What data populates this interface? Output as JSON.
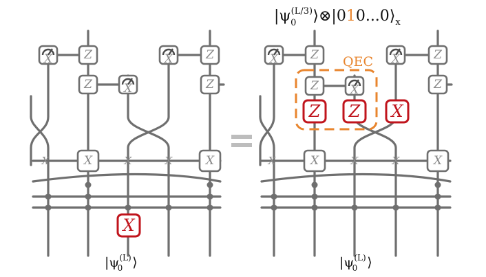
{
  "figure": {
    "left_caption": {
      "prefix": "|ψ",
      "sub": "0",
      "sup": "(L)",
      "suffix": "⟩"
    },
    "right_caption": {
      "prefix": "|ψ",
      "sub": "0",
      "sup": "(L)",
      "suffix": "⟩"
    },
    "top_state": {
      "prefix": "|ψ",
      "sub": "0",
      "sup": "(L/3)",
      "middle": "⟩⊗|0",
      "highlight": "1",
      "tail": "0...0⟩",
      "tail_sub": "x"
    },
    "qec_label": "QEC",
    "gate_labels": {
      "z": "Z",
      "x": "X"
    },
    "equals_symbol": "=",
    "colors": {
      "wire": "#6f6f6f",
      "error": "#c0141c",
      "qec": "#e8852e",
      "gate_text": "#8a8a8a"
    },
    "icons": {
      "measurement": "measurement-meter-icon"
    }
  }
}
